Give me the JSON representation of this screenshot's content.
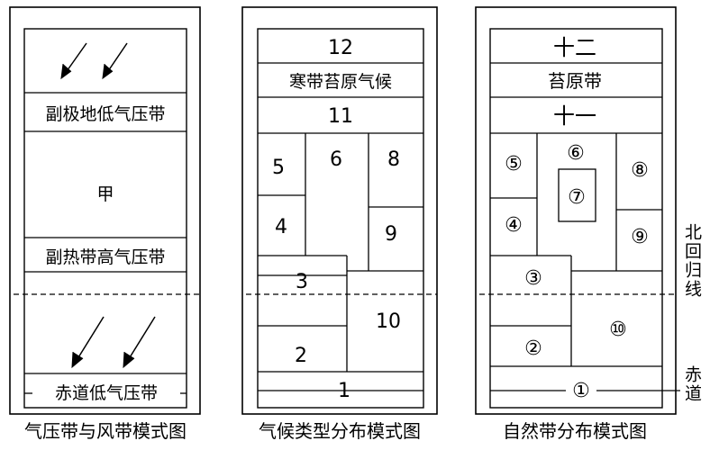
{
  "panel1": {
    "caption": "气压带与风带模式图",
    "subpolar_low": "副极地低气压带",
    "region_jia": "甲",
    "subtropical_high": "副热带高气压带",
    "equatorial_low": "赤道低气压带"
  },
  "panel2": {
    "caption": "气候类型分布模式图",
    "n12": "12",
    "tundra_climate": "寒带苔原气候",
    "n11": "11",
    "n5": "5",
    "n6": "6",
    "n8": "8",
    "n4": "4",
    "n9": "9",
    "n3": "3",
    "n10": "10",
    "n2": "2",
    "n1": "1"
  },
  "panel3": {
    "caption": "自然带分布模式图",
    "n12": "十二",
    "tundra_zone": "苔原带",
    "n11": "十一",
    "c5": "⑤",
    "c6": "⑥",
    "c7": "⑦",
    "c8": "⑧",
    "c4": "④",
    "c9": "⑨",
    "c3": "③",
    "c10": "⑩",
    "c2": "②",
    "c1": "①"
  },
  "side_labels": {
    "tropic": "北回归线",
    "equator": "赤道"
  }
}
